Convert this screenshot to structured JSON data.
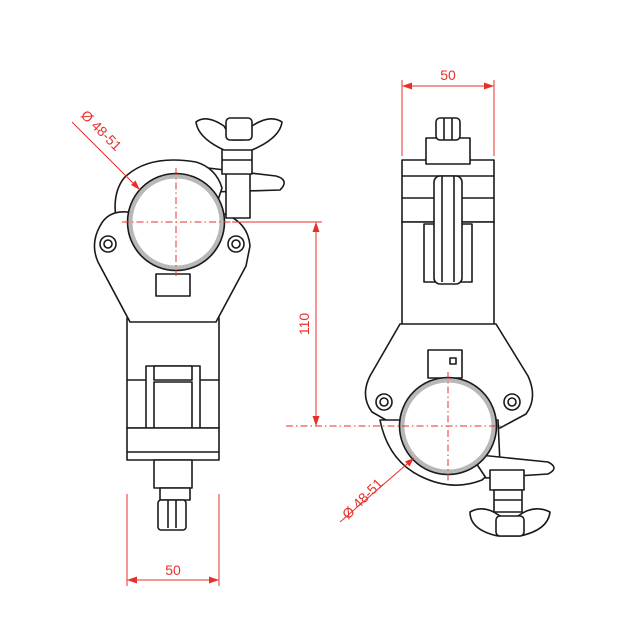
{
  "dimensions": {
    "left_width": "50",
    "right_width": "50",
    "height": "110",
    "diameter_left": "Ø 48-51",
    "diameter_right": "Ø 48-51"
  },
  "colors": {
    "dimension": "#e8302b",
    "outline": "#1a1a1a",
    "tube_ring": "#b8b8b8",
    "background": "#ffffff"
  }
}
